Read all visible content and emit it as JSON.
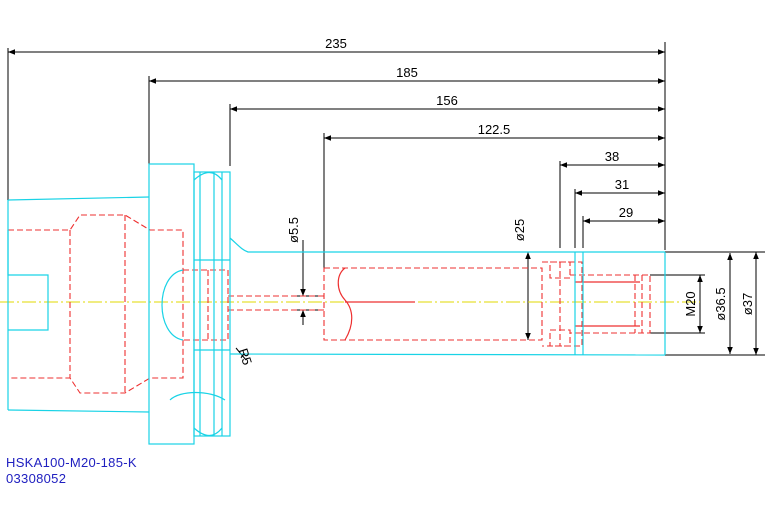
{
  "drawing": {
    "dimensions": {
      "d235": "235",
      "d185": "185",
      "d156": "156",
      "d122_5": "122.5",
      "d38": "38",
      "d31": "31",
      "d29": "29",
      "dia5_5": "ø5.5",
      "dia25": "ø25",
      "m20": "M20",
      "dia36_5": "ø36.5",
      "dia37": "ø37",
      "r5": "R5"
    },
    "part_number": "HSKA100-M20-185-K",
    "article_number": "03308052"
  },
  "colors": {
    "outline": "#19d3e6",
    "hidden": "#ee3030",
    "centerline": "#e0d800",
    "dimension": "#000000",
    "label": "#2020c0"
  }
}
